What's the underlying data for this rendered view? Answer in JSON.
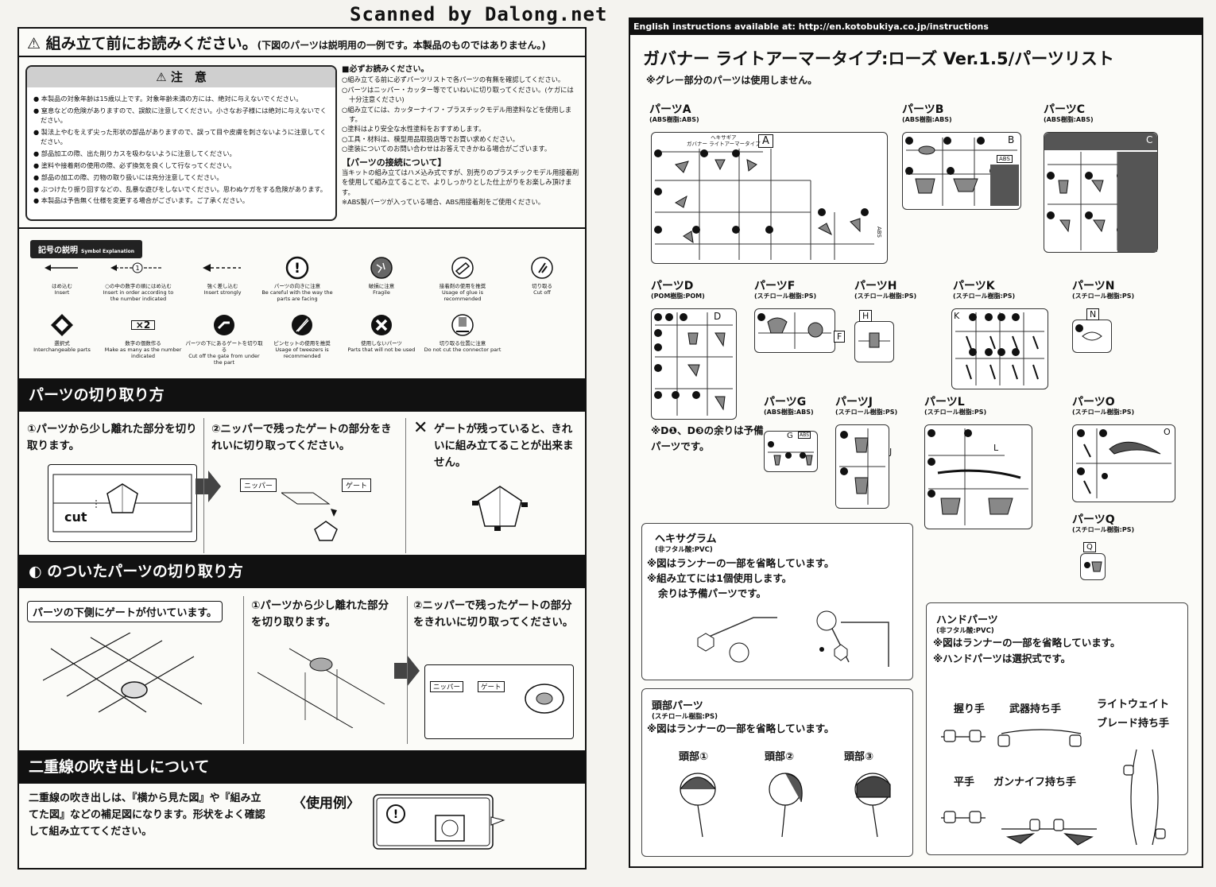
{
  "scan_header": "Scanned by Dalong.net",
  "left": {
    "title": "組み立て前にお読みください。",
    "title_note": "(下図のパーツは説明用の一例です。本製品のものではありません。)",
    "caution_title": "注　意",
    "caution_items": [
      "本製品の対象年齢は15歳以上です。対象年齢未満の方には、絶対に与えないでください。",
      "窒息などの危険がありますので、誤飲に注意してください。小さなお子様には絶対に与えないでください。",
      "製法上やむをえず尖った形状の部品がありますので、誤って目や皮膚を刺さないように注意してください。",
      "部品加工の際、出た削りカスを吸わないように注意してください。",
      "塗料や接着剤の使用の際、必ず換気を良くして行なってください。",
      "部品の加工の際、刃物の取り扱いには充分注意してください。",
      "ぶつけたり振り回すなどの、乱暴な遊びをしないでください。思わぬケガをする危険があります。",
      "本製品は予告無く仕様を変更する場合がございます。ご了承ください。"
    ],
    "read_title": "■必ずお読みください。",
    "read_items": [
      "組み立てる前に必ずパーツリストで各パーツの有無を確認してください。",
      "パーツはニッパー・カッター等でていねいに切り取ってください。(ケガには十分注意ください)",
      "組み立てには、カッターナイフ・プラスチックモデル用塗料などを使用します。",
      "塗料はより安全な水性塗料をおすすめします。",
      "工具・材料は、模型用品取扱店等でお買い求めください。",
      "塗装についてのお問い合わせはお答えできかねる場合がございます。"
    ],
    "joint_title": "【パーツの接続について】",
    "joint_text": "当キットの組み立てはハメ込み式ですが、別売りのプラスチックモデル用接着剤を使用して組み立てることで、よりしっかりとした仕上がりをお楽しみ頂けます。",
    "joint_note": "※ABS製パーツが入っている場合、ABS用接着剤をご使用ください。",
    "symbols_label": "記号の説明",
    "symbols_label_en": "Symbol Explanation",
    "symbols": [
      {
        "jp": "はめ込む",
        "en": "Insert",
        "icon": "arrow-insert-icon"
      },
      {
        "jp": "○の中の数字の順にはめ込む",
        "en": "Insert in order according to the number indicated",
        "icon": "arrow-numbered-icon"
      },
      {
        "jp": "強く差し込む",
        "en": "Insert strongly",
        "icon": "arrow-strong-icon"
      },
      {
        "jp": "パーツの向きに注意",
        "en": "Be careful with the way the parts are facing",
        "icon": "attention-icon"
      },
      {
        "jp": "破損に注意",
        "en": "Fragile",
        "icon": "fragile-icon"
      },
      {
        "jp": "接着剤の使用を推奨",
        "en": "Usage of glue is recommended",
        "icon": "glue-icon"
      },
      {
        "jp": "切り取る",
        "en": "Cut off",
        "icon": "cut-icon"
      },
      {
        "jp": "選択式",
        "en": "Interchangeable parts",
        "icon": "select-icon"
      },
      {
        "jp": "数字の個数作る",
        "en": "Make as many as the number indicated",
        "icon": "multiply-icon",
        "badge": "×2"
      },
      {
        "jp": "パーツの下にあるゲートを切り取る",
        "en": "Cut off the gate from under the part",
        "icon": "under-gate-icon"
      },
      {
        "jp": "ピンセットの使用を推奨",
        "en": "Usage of tweezers is recommended",
        "icon": "tweezers-icon"
      },
      {
        "jp": "使用しないパーツ",
        "en": "Parts that will not be used",
        "icon": "unused-icon"
      },
      {
        "jp": "切り取る位置に注意",
        "en": "Do not cut the connector part",
        "icon": "cut-position-icon"
      }
    ],
    "section1": {
      "title": "パーツの切り取り方",
      "step1": "①パーツから少し離れた部分を切り取ります。",
      "cut_label": "cut",
      "step2": "②ニッパーで残ったゲートの部分をきれいに切り取ってください。",
      "nipper": "ニッパー",
      "gate": "ゲート",
      "step3": "ゲートが残っていると、きれいに組み立てることが出来ません。"
    },
    "section2": {
      "title": "のついたパーツの切り取り方",
      "callout": "パーツの下側にゲートが付いています。",
      "step1": "①パーツから少し離れた部分を切り取ります。",
      "step2": "②ニッパーで残ったゲートの部分をきれいに切り取ってください。",
      "nipper": "ニッパー",
      "gate": "ゲート"
    },
    "section3": {
      "title": "二重線の吹き出しについて",
      "text": "二重線の吹き出しは、『横から見た図』や『組み立てた図』などの補足図になります。形状をよく確認して組み立ててください。",
      "example": "〈使用例〉"
    }
  },
  "right": {
    "url_bar": "English instructions available at: http://en.kotobukiya.co.jp/instructions",
    "title": "ガバナー ライトアーマータイプ:ローズ Ver.1.5/パーツリスト",
    "note": "※グレー部分のパーツは使用しません。",
    "parts": [
      {
        "name": "パーツA",
        "material": "(ABS樹脂:ABS)",
        "letter": "A"
      },
      {
        "name": "パーツB",
        "material": "(ABS樹脂:ABS)",
        "letter": "B"
      },
      {
        "name": "パーツC",
        "material": "(ABS樹脂:ABS)",
        "letter": "C"
      },
      {
        "name": "パーツD",
        "material": "(POM樹脂:POM)",
        "letter": "D"
      },
      {
        "name": "パーツF",
        "material": "(スチロール樹脂:PS)",
        "letter": "F"
      },
      {
        "name": "パーツH",
        "material": "(スチロール樹脂:PS)",
        "letter": "H"
      },
      {
        "name": "パーツK",
        "material": "(スチロール樹脂:PS)",
        "letter": "K"
      },
      {
        "name": "パーツN",
        "material": "(スチロール樹脂:PS)",
        "letter": "N"
      },
      {
        "name": "パーツG",
        "material": "(ABS樹脂:ABS)",
        "letter": "G"
      },
      {
        "name": "パーツJ",
        "material": "(スチロール樹脂:PS)",
        "letter": "J"
      },
      {
        "name": "パーツL",
        "material": "(スチロール樹脂:PS)",
        "letter": "L"
      },
      {
        "name": "パーツO",
        "material": "(スチロール樹脂:PS)",
        "letter": "O"
      },
      {
        "name": "パーツQ",
        "material": "(スチロール樹脂:PS)",
        "letter": "Q"
      }
    ],
    "runner_a_label1": "ヘキサギア",
    "runner_a_label2": "ガバナー ライトアーマータイプ",
    "abs_tag": "ABS",
    "d_note": "※D❶、D❸の余りは予備パーツです。",
    "hexagram": {
      "title": "ヘキサグラム",
      "material": "(非フタル酸:PVC)",
      "lines": [
        "※図はランナーの一部を省略しています。",
        "※組み立てには1個使用します。",
        "余りは予備パーツです。"
      ]
    },
    "head": {
      "title": "頭部パーツ",
      "material": "(スチロール樹脂:PS)",
      "line": "※図はランナーの一部を省略しています。",
      "labels": [
        "頭部①",
        "頭部②",
        "頭部③"
      ]
    },
    "hand": {
      "title": "ハンドパーツ",
      "material": "(非フタル酸:PVC)",
      "lines": [
        "※図はランナーの一部を省略しています。",
        "※ハンドパーツは選択式です。"
      ],
      "labels": [
        "握り手",
        "武器持ち手",
        "ライトウェイト",
        "ブレード持ち手",
        "平手",
        "ガンナイフ持ち手"
      ]
    }
  }
}
